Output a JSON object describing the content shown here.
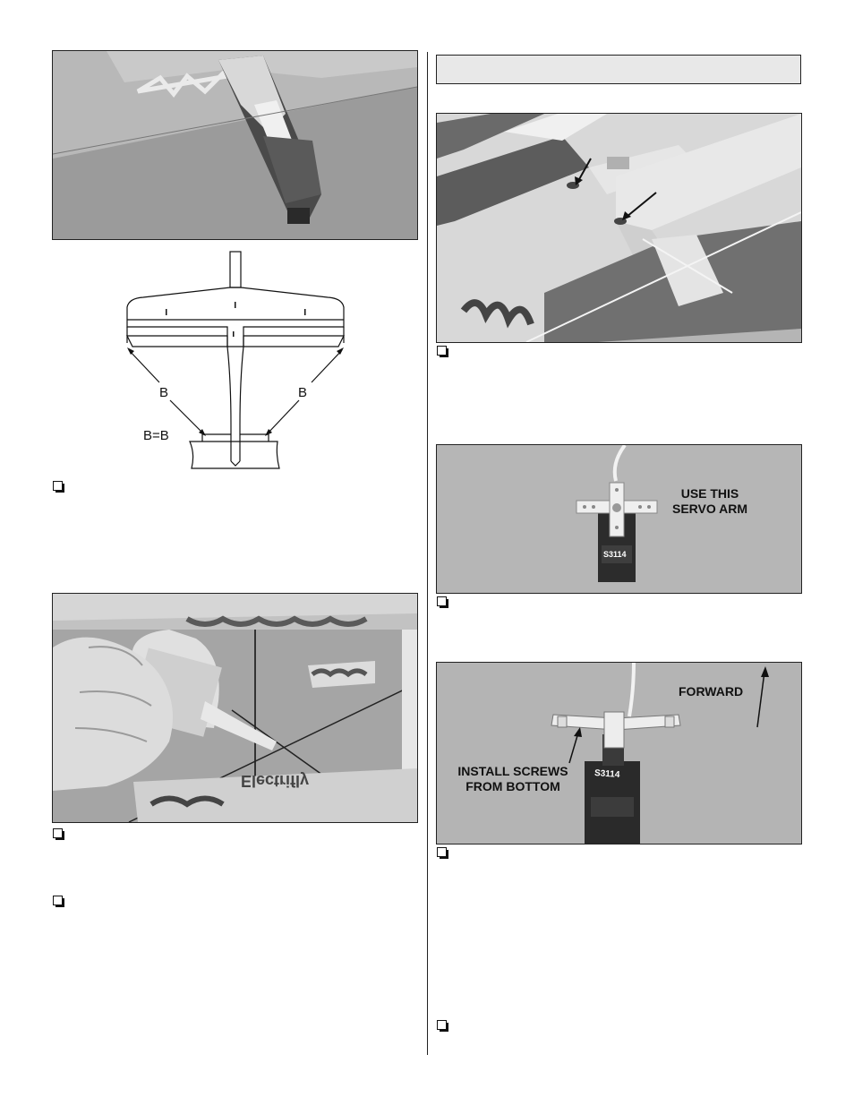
{
  "diagram": {
    "label_left": "B",
    "label_right": "B",
    "label_equation": "B=B"
  },
  "photos": {
    "servo_arm_label_line1": "USE THIS",
    "servo_arm_label_line2": "SERVO ARM",
    "servo_model_1": "S3114",
    "forward_label": "FORWARD",
    "install_label_line1": "INSTALL SCREWS",
    "install_label_line2": "FROM BOTTOM",
    "servo_model_2": "S3114",
    "fuselage_text": "Electrifly"
  },
  "checkbox_icon": "checkbox-icon"
}
